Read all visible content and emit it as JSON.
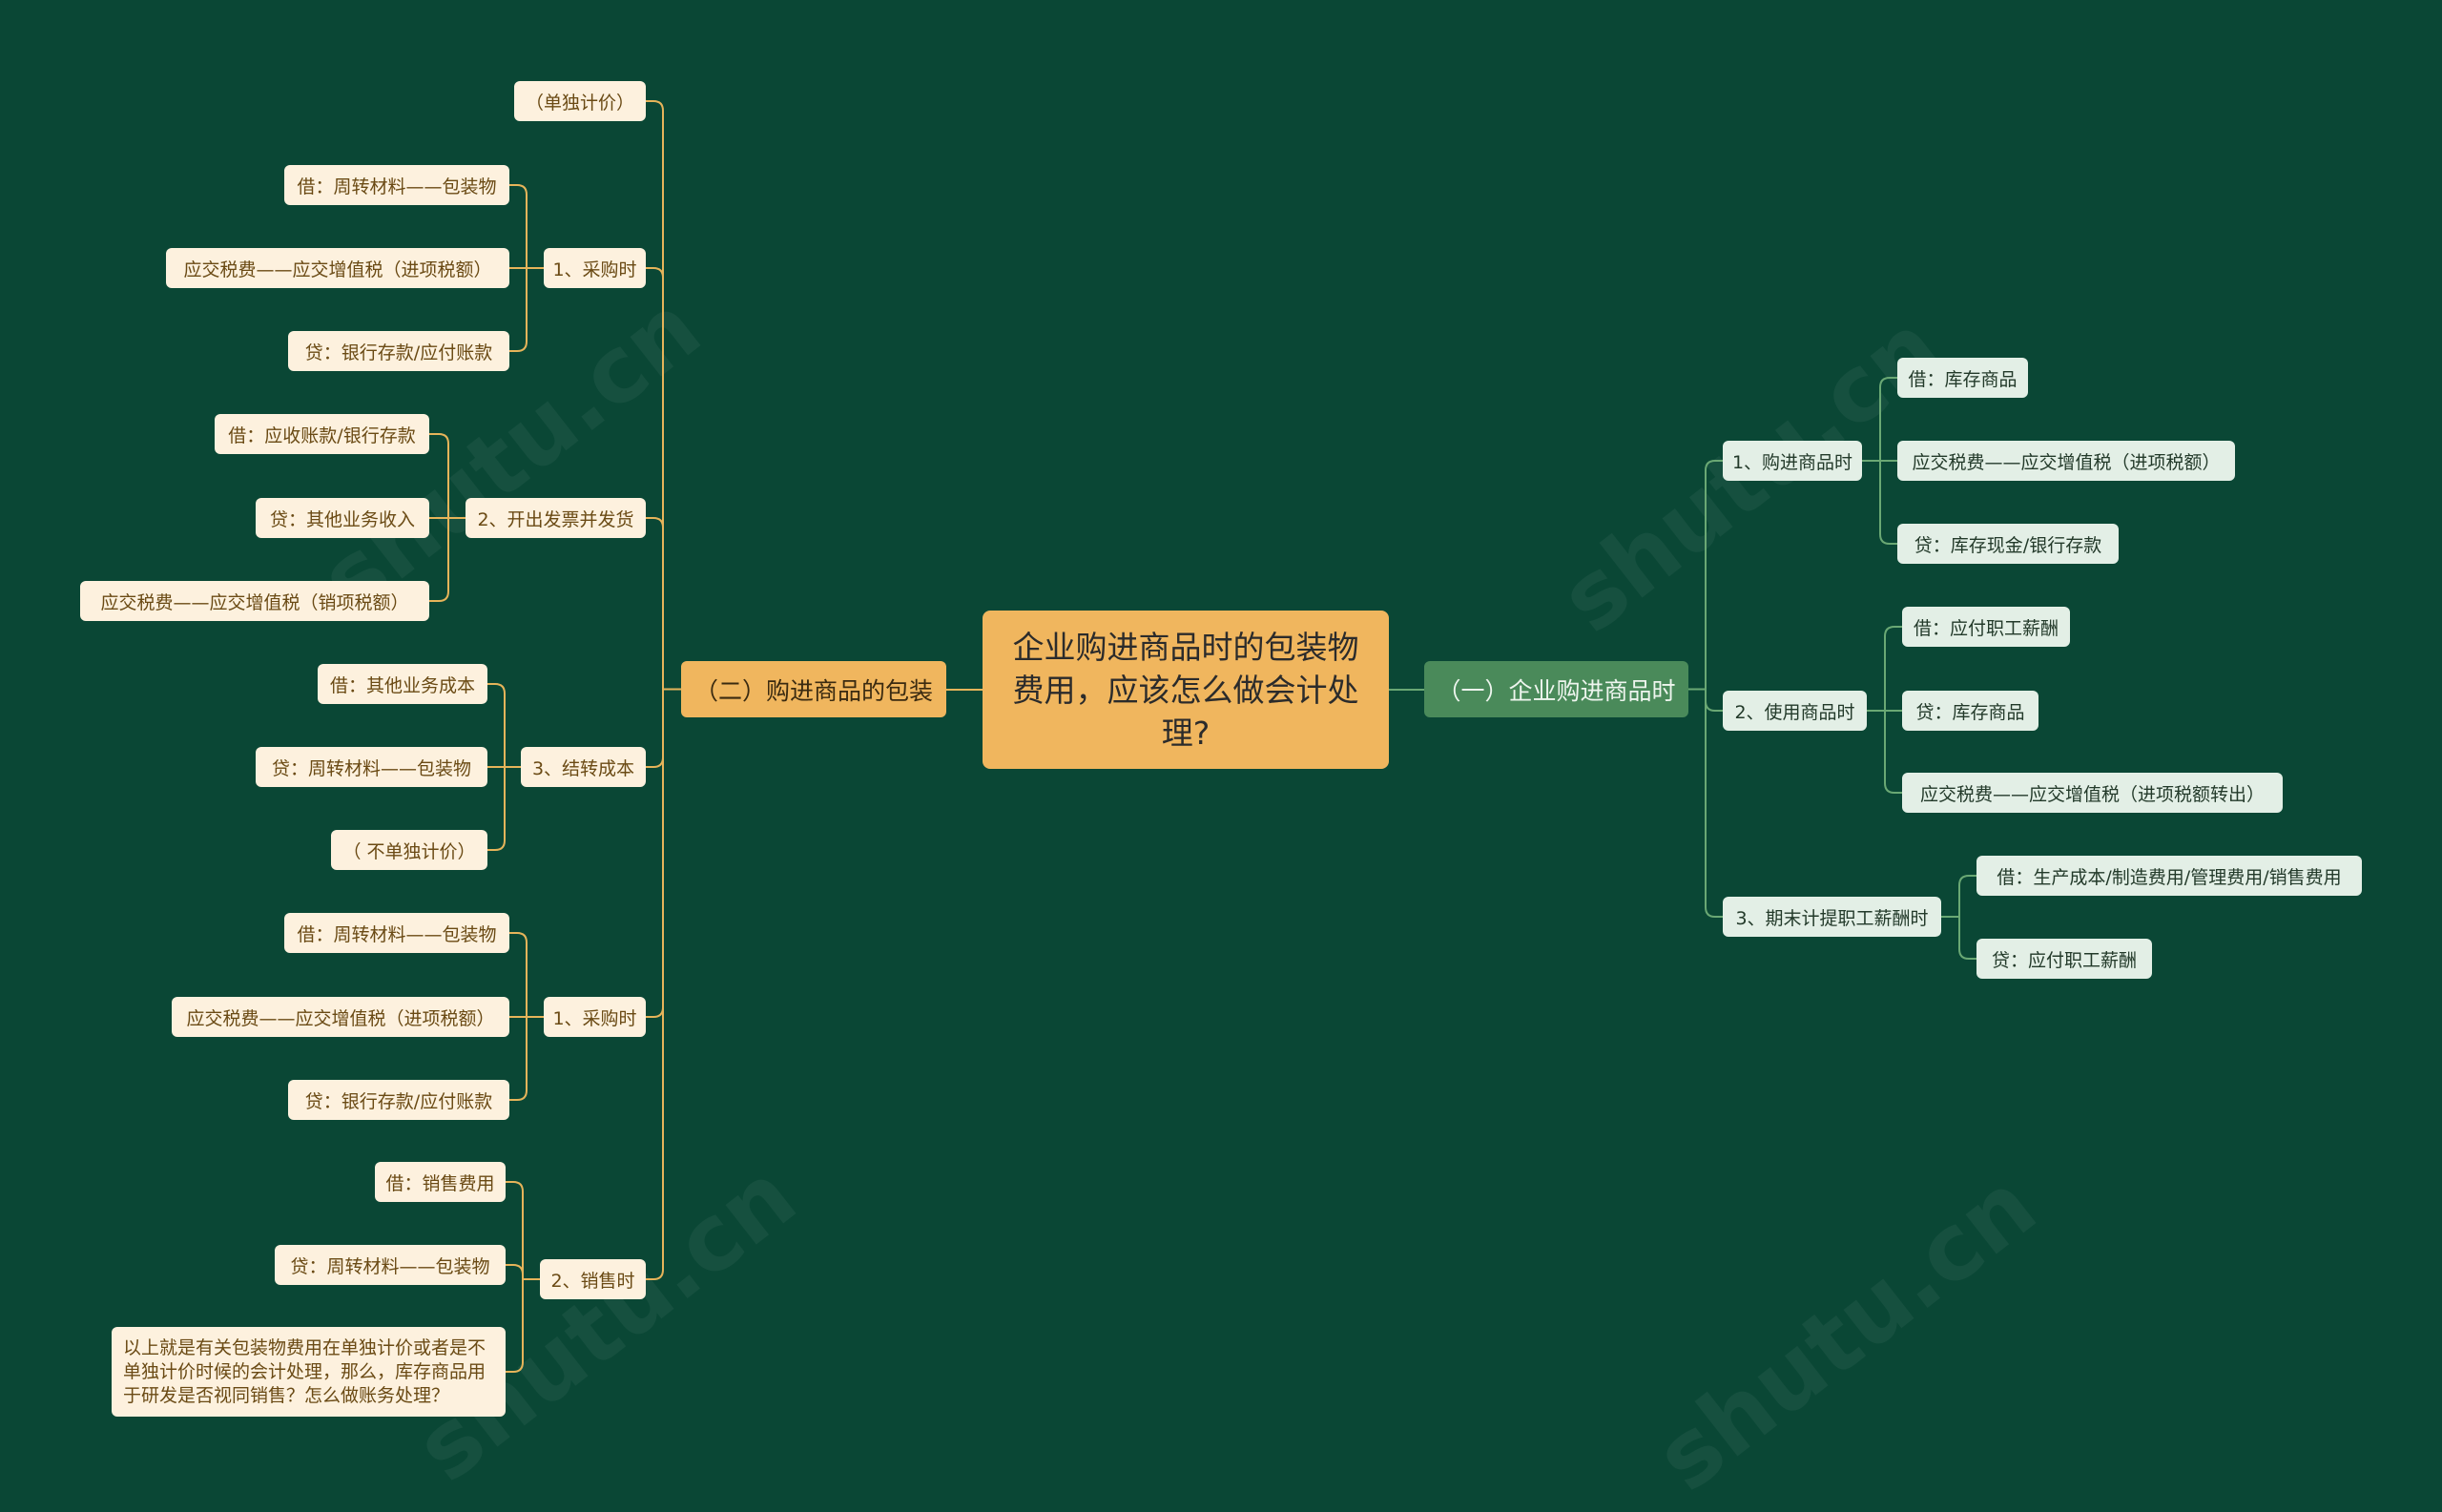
{
  "root": {
    "title": "企业购进商品时的包装物费用，应该怎么做会计处理?"
  },
  "left_branch": {
    "title": "（二）购进商品的包装",
    "top_note": "（单独计价）",
    "group_purchase_1": {
      "title": "1、采购时",
      "items": [
        "借：周转材料——包装物",
        "应交税费——应交增值税（进项税额）",
        "贷：银行存款/应付账款"
      ]
    },
    "group_invoice": {
      "title": "2、开出发票并发货",
      "items": [
        "借：应收账款/银行存款",
        "贷：其他业务收入",
        "应交税费——应交增值税（销项税额）"
      ]
    },
    "group_cost": {
      "title": "3、结转成本",
      "items": [
        "借：其他业务成本",
        "贷：周转材料——包装物",
        "（ 不单独计价）"
      ]
    },
    "group_purchase_2": {
      "title": "1、采购时",
      "items": [
        "借：周转材料——包装物",
        "应交税费——应交增值税（进项税额）",
        "贷：银行存款/应付账款"
      ]
    },
    "group_sale": {
      "title": "2、销售时",
      "items": [
        "借：销售费用",
        "贷：周转材料——包装物",
        "以上就是有关包装物费用在单独计价或者是不单独计价时候的会计处理，那么，库存商品用于研发是否视同销售？怎么做账务处理？"
      ]
    }
  },
  "right_branch": {
    "title": "（一）企业购进商品时",
    "group_buy": {
      "title": "1、购进商品时",
      "items": [
        "借：库存商品",
        "应交税费——应交增值税（进项税额）",
        "贷：库存现金/银行存款"
      ]
    },
    "group_use": {
      "title": "2、使用商品时",
      "items": [
        "借：应付职工薪酬",
        "贷：库存商品",
        "应交税费——应交增值税（进项税额转出）"
      ]
    },
    "group_salary": {
      "title": "3、期末计提职工薪酬时",
      "items": [
        "借：生产成本/制造费用/管理费用/销售费用",
        "贷：应付职工薪酬"
      ]
    }
  },
  "colors": {
    "background": "#0a4735",
    "left_line": "#e6b45a",
    "right_line": "#6aa874",
    "root_fill": "#f0b65e",
    "right_main_fill": "#4a8a5a"
  }
}
